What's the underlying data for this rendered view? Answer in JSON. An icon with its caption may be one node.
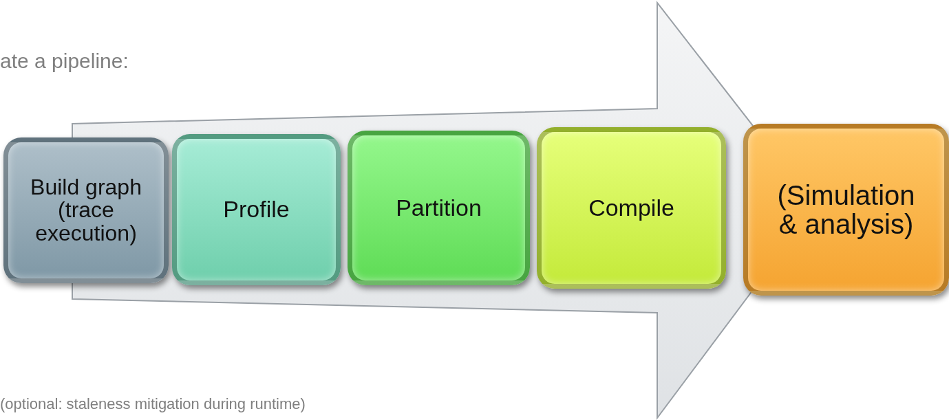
{
  "diagram": {
    "nodes": [
      {
        "text": [
          "Build graph (trace execution)"
        ]
      },
      {
        "text": [
          "Profile"
        ]
      },
      {
        "text": [
          "Partition"
        ]
      },
      {
        "text": [
          "Compile"
        ]
      },
      {
        "text": [
          "(Simulation & analysis)"
        ]
      }
    ],
    "edges": [
      {
        "from": 0,
        "to": 4,
        "arrow": "to"
      }
    ],
    "labels": [
      "ate a pipeline:",
      "(optional: staleness mitigation during runtime)"
    ]
  }
}
